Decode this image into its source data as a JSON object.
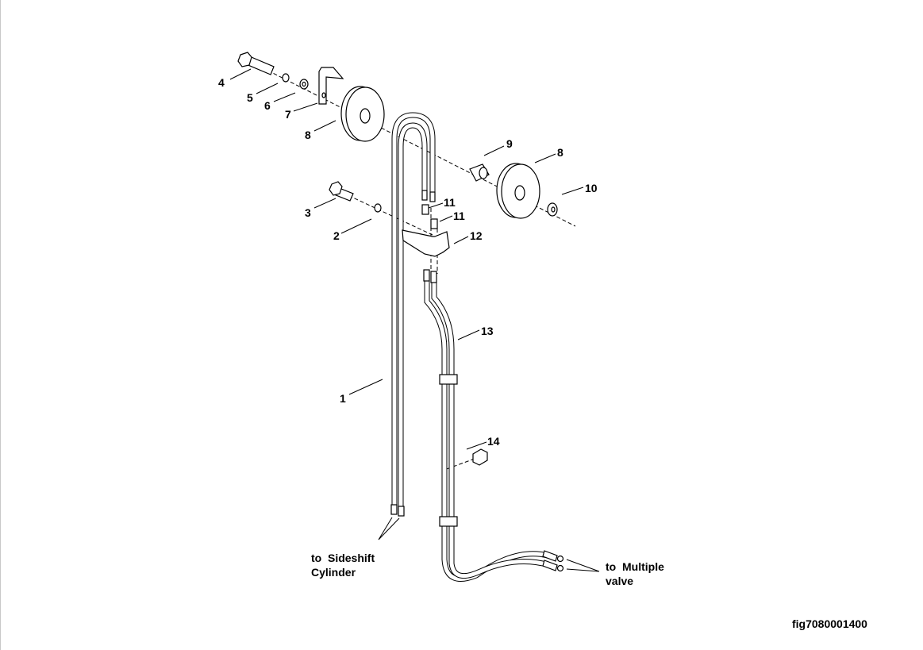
{
  "callouts": {
    "c1": "1",
    "c2": "2",
    "c3": "3",
    "c4": "4",
    "c5": "5",
    "c6": "6",
    "c7": "7",
    "c8a": "8",
    "c8b": "8",
    "c9": "9",
    "c10": "10",
    "c11a": "11",
    "c11b": "11",
    "c12": "12",
    "c13": "13",
    "c14": "14"
  },
  "notes": {
    "sideshift_line1": "to  Sideshift",
    "sideshift_line2": "Cylinder",
    "multiple_line1": "to  Multiple",
    "multiple_line2": "valve"
  },
  "figure_id": "fig7080001400"
}
